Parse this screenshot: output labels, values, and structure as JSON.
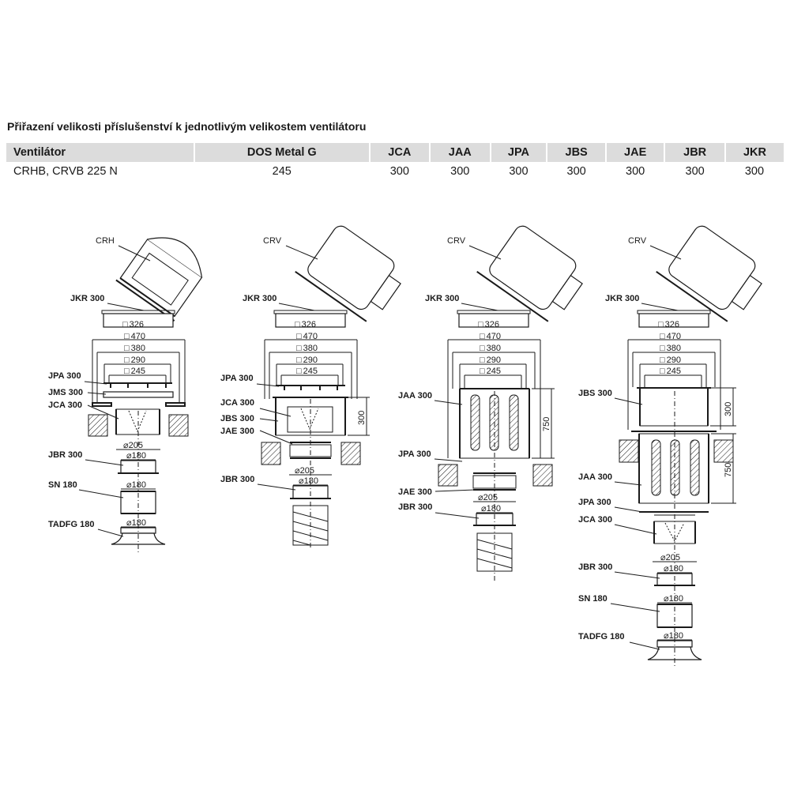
{
  "title": "Přiřazení velikosti příslušenství k jednotlivým velikostem ventilátoru",
  "table": {
    "headers": [
      "Ventilátor",
      "DOS Metal G",
      "JCA",
      "JAA",
      "JPA",
      "JBS",
      "JAE",
      "JBR",
      "JKR"
    ],
    "row": [
      "CRHB, CRVB 225 N",
      "245",
      "300",
      "300",
      "300",
      "300",
      "300",
      "300",
      "300"
    ]
  },
  "diagrams": {
    "d1": {
      "fan": "CRH",
      "jkr": "JKR 300",
      "jpa": "JPA 300",
      "jms": "JMS 300",
      "jca": "JCA 300",
      "jbr": "JBR 300",
      "sn": "SN 180",
      "tadfg": "TADFG 180",
      "sq326": "326",
      "sq470": "470",
      "sq380": "380",
      "sq290": "290",
      "sq245": "245",
      "d205": "205",
      "d180a": "180",
      "d180b": "180",
      "d180c": "180"
    },
    "d2": {
      "fan": "CRV",
      "jkr": "JKR 300",
      "jpa": "JPA 300",
      "jca": "JCA 300",
      "jbs": "JBS 300",
      "jae": "JAE 300",
      "jbr": "JBR 300",
      "sq326": "326",
      "sq470": "470",
      "sq380": "380",
      "sq290": "290",
      "sq245": "245",
      "h300": "300",
      "d205": "205",
      "d180": "180"
    },
    "d3": {
      "fan": "CRV",
      "jkr": "JKR 300",
      "jaa": "JAA 300",
      "jpa": "JPA 300",
      "jae": "JAE 300",
      "jbr": "JBR 300",
      "sq326": "326",
      "sq470": "470",
      "sq380": "380",
      "sq290": "290",
      "sq245": "245",
      "h750": "750",
      "d205": "205",
      "d180": "180"
    },
    "d4": {
      "fan": "CRV",
      "jkr": "JKR 300",
      "jbs": "JBS 300",
      "jaa": "JAA 300",
      "jpa": "JPA 300",
      "jca": "JCA 300",
      "jbr": "JBR 300",
      "sn": "SN 180",
      "tadfg": "TADFG 180",
      "sq326": "326",
      "sq470": "470",
      "sq380": "380",
      "sq290": "290",
      "sq245": "245",
      "h300": "300",
      "h750": "750",
      "d205": "205",
      "d180a": "180",
      "d180b": "180",
      "d180c": "180"
    }
  },
  "symbols": {
    "square": "□",
    "diameter": "⌀"
  }
}
